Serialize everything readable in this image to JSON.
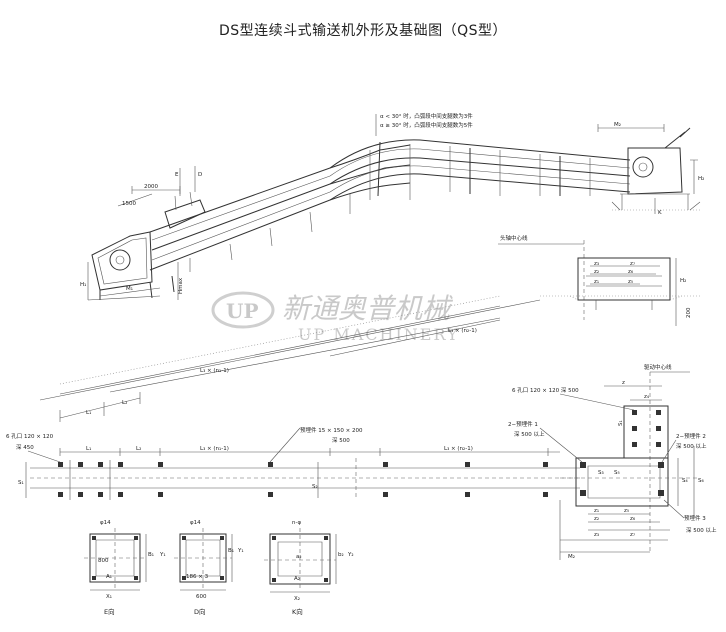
{
  "title": "DS型连续斗式输送机外形及基础图（QS型）",
  "watermark": {
    "logo": "UP",
    "chinese": "新通奥普机械",
    "english": "UP MACHINERY"
  },
  "elevation": {
    "dim_2000": "2000",
    "dim_1500": "1500",
    "E": "E",
    "D": "D",
    "H1": "H₁",
    "Hmax": "Hmax",
    "M1": "M₁",
    "M2": "M₂",
    "H2": "H₂",
    "K": "K",
    "note_line1": "α < 30° 时，凸弧段中间支腿数为3件",
    "note_line2": "α ≥ 30° 时，凸弧段中间支腿数为5件"
  },
  "head_foundation": {
    "axis_label": "头轴中心线",
    "z3": "z₃",
    "z7": "z₇",
    "z2": "z₂",
    "z6": "z₆",
    "z1": "z₁",
    "z5": "z₅",
    "H2": "H₂",
    "dim_200": "200"
  },
  "slope": {
    "L3n": "L₃ × (n₂-1)",
    "L3n1": "L₃ × (n₁-1)",
    "L2": "L₂",
    "L1": "L₁"
  },
  "plan": {
    "holes_label": "6 孔口 120 × 120",
    "depth_label": "深 450",
    "L1": "L₁",
    "L2": "L₂",
    "L3n1": "L₃ × (n₁-1)",
    "L3n2": "L₃ × (n₂-1)",
    "embed_label": "预埋件 15 × 150 × 200",
    "embed_depth": "深 500",
    "S1": "S₁",
    "S2": "S₂"
  },
  "drive": {
    "holes_label": "6 孔口 120 × 120 深 500",
    "axis_label": "驱动中心线",
    "z": "z",
    "z4": "z₄",
    "S1": "S₁",
    "S3": "S₃",
    "S4": "S₄",
    "S5": "S₅",
    "S6": "S₆",
    "embed1": "2−预埋件 1",
    "embed1_depth": "深 500 以上",
    "embed2": "2−预埋件 2",
    "embed2_depth": "深 500 以上",
    "embed3": "预埋件 3",
    "embed3_depth": "深 500 以上",
    "z1": "z₁",
    "z5": "z₅",
    "z2": "z₂",
    "z6": "z₆",
    "z3": "z₃",
    "z7": "z₇",
    "M2": "M₂"
  },
  "views": [
    {
      "caption": "E向",
      "hole": "φ14",
      "w": "800",
      "a": "A₁",
      "x": "X₁",
      "b": "B₁",
      "y": "Y₁"
    },
    {
      "caption": "D向",
      "hole": "φ14",
      "w": "186 × 3",
      "x": "600",
      "b": "B₁",
      "y": "Y₁"
    },
    {
      "caption": "K向",
      "hole": "n-φ",
      "a2": "a₂",
      "A2": "A₂",
      "X2": "X₂",
      "b2": "b₂",
      "y": "Y₂"
    }
  ]
}
